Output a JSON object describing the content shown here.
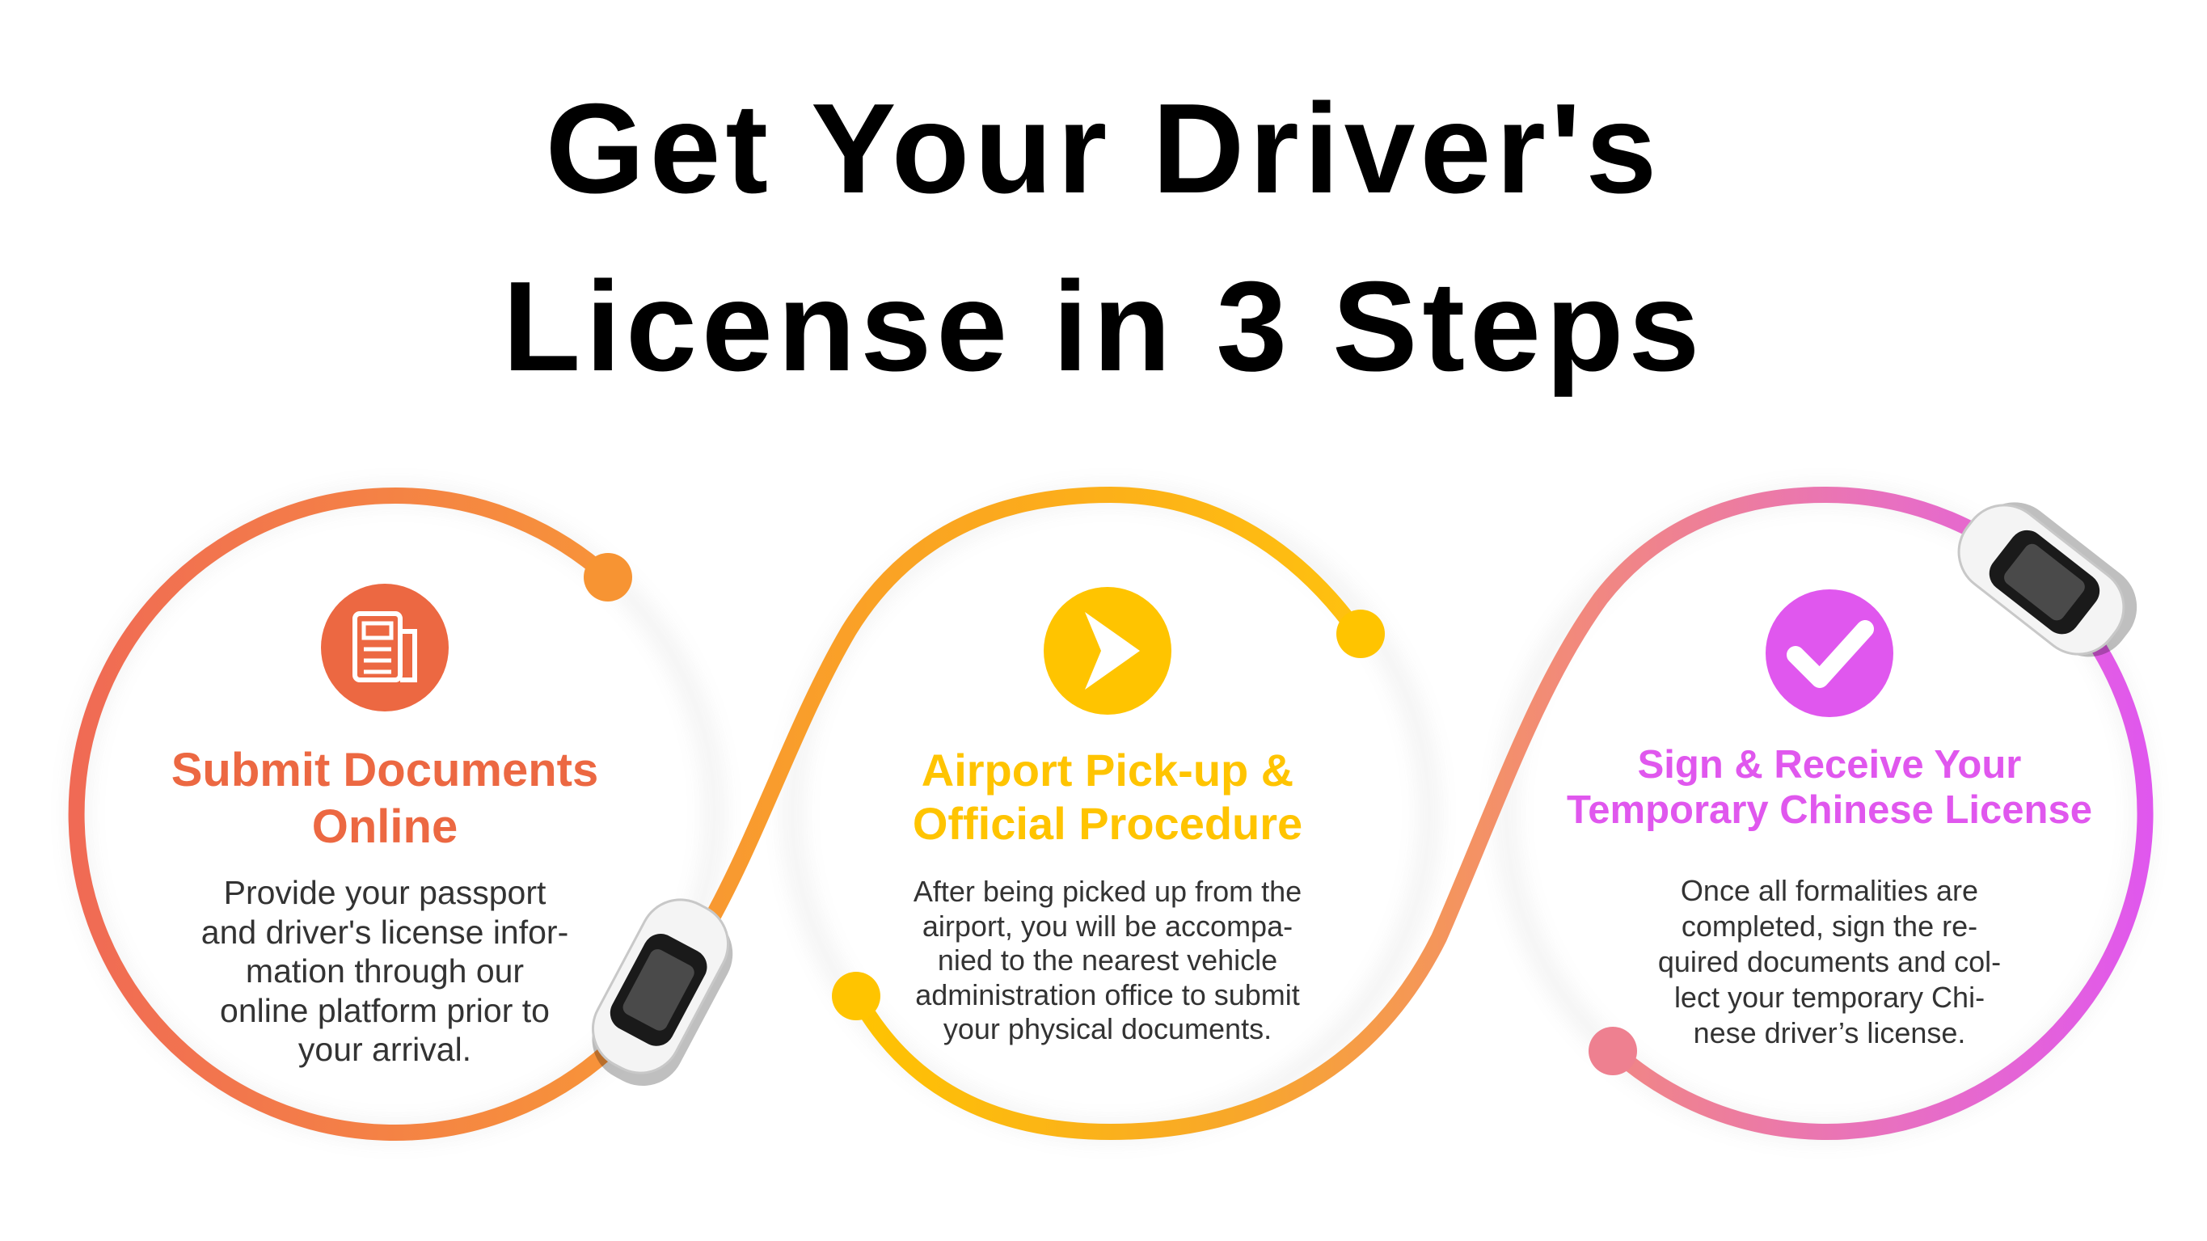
{
  "title": {
    "line1": "Get Your Driver's",
    "line2": "License in 3 Steps"
  },
  "colors": {
    "step1": "#EC6842",
    "step2": "#FFC400",
    "step3": "#E057EE",
    "text": "#333333"
  },
  "steps": [
    {
      "icon": "document-icon",
      "heading": [
        "Submit Documents",
        "Online"
      ],
      "body": [
        "Provide your passport",
        "and driver's license infor-",
        "mation through our",
        "online platform prior to",
        "your arrival."
      ]
    },
    {
      "icon": "chevron-right-icon",
      "heading": [
        "Airport Pick-up &",
        "Official Procedure"
      ],
      "body": [
        "After being picked up from the",
        "airport, you will be accompa-",
        "nied to the nearest vehicle",
        "administration office to submit",
        "your physical documents."
      ]
    },
    {
      "icon": "check-icon",
      "heading": [
        "Sign & Receive Your",
        "Temporary Chinese License"
      ],
      "body": [
        "Once all formalities are",
        "completed, sign the re-",
        "quired documents and col-",
        "lect your temporary Chi-",
        "nese driver’s license."
      ]
    }
  ]
}
